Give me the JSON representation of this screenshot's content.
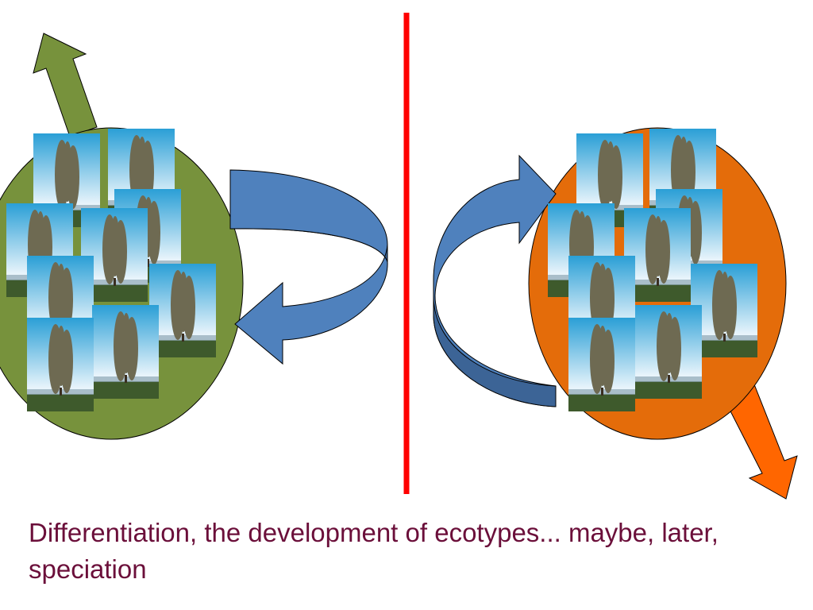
{
  "slide": {
    "caption": "Differentiation, the development of ecotypes... maybe, later, speciation"
  },
  "colors": {
    "caption_text": "#6b0f3a",
    "divider": "#ff0000",
    "left_population": "#77923c",
    "left_arrow": "#77923c",
    "right_population": "#e46c0a",
    "right_arrow": "#ff6600",
    "loop_arrow_face": "#4f81bd",
    "loop_arrow_side": "#3c6496",
    "sky_top": "#2a9fd6",
    "sky_bottom": "#e8f4fb",
    "tree_foliage": "#6e6a52",
    "ground": "#3e5a2c"
  },
  "icons": {
    "population_member": "poplar-tree-photo",
    "divider": "barrier-line",
    "gene_flow": "curved-arrow",
    "selection": "straight-arrow"
  }
}
